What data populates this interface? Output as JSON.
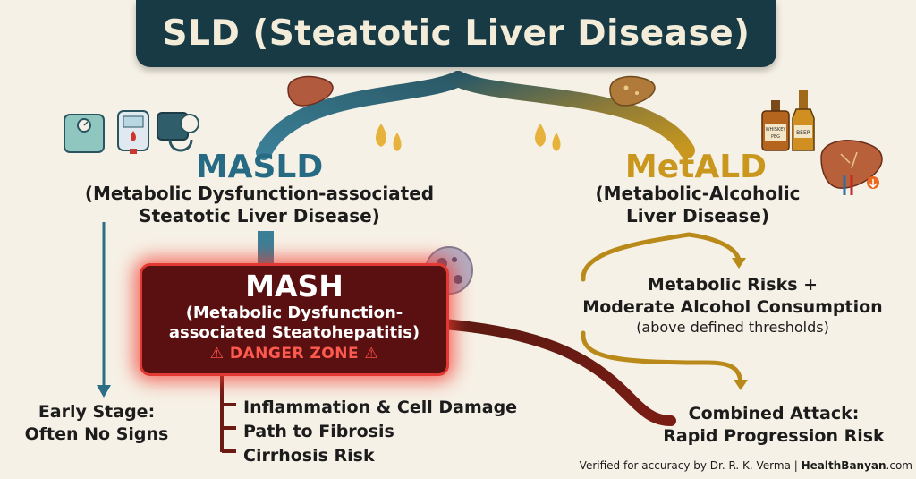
{
  "title": "SLD (Steatotic Liver Disease)",
  "masld": {
    "heading": "MASLD",
    "subtitle_line1": "(Metabolic Dysfunction-associated",
    "subtitle_line2": "Steatotic Liver Disease)"
  },
  "metald": {
    "heading": "MetALD",
    "subtitle_line1": "(Metabolic-Alcoholic",
    "subtitle_line2": "Liver Disease)"
  },
  "mash": {
    "heading": "MASH",
    "subtitle_line1": "(Metabolic Dysfunction-",
    "subtitle_line2": "associated Steatohepatitis)",
    "danger": "DANGER ZONE",
    "warning_glyph": "⚠"
  },
  "early_stage": {
    "line1": "Early Stage:",
    "line2": "Often No Signs"
  },
  "mash_outcomes": {
    "item1": "Inflammation & Cell Damage",
    "item2": "Path to Fibrosis",
    "item3": "Cirrhosis Risk"
  },
  "metald_risks": {
    "line1": "Metabolic Risks +",
    "line2": "Moderate Alcohol Consumption",
    "note": "(above defined thresholds)"
  },
  "combined": {
    "line1": "Combined Attack:",
    "line2": "Rapid Progression Risk"
  },
  "bottle_labels": {
    "whiskey": "WHISKEY",
    "peg": "PEG",
    "beer": "BEER"
  },
  "footer": {
    "verified": "Verified for accuracy by Dr. R. K. Verma | ",
    "brand": "HealthBanyan",
    "brand_suffix": ".com"
  },
  "colors": {
    "title_bg": "#173a45",
    "masld": "#276a84",
    "metald": "#c9971d",
    "mash_bg": "#5a1010",
    "mash_glow": "#e23a32",
    "danger_text": "#ff5a4f",
    "dark_red_path": "#5b1a12"
  },
  "icons": [
    "weighing-scale-icon",
    "glucose-meter-icon",
    "blood-pressure-monitor-icon",
    "liver-icon",
    "fat-droplet-icon",
    "whiskey-bottle-icon",
    "beer-bottle-icon",
    "damaged-liver-icon",
    "fat-cell-icon",
    "warning-icon"
  ]
}
